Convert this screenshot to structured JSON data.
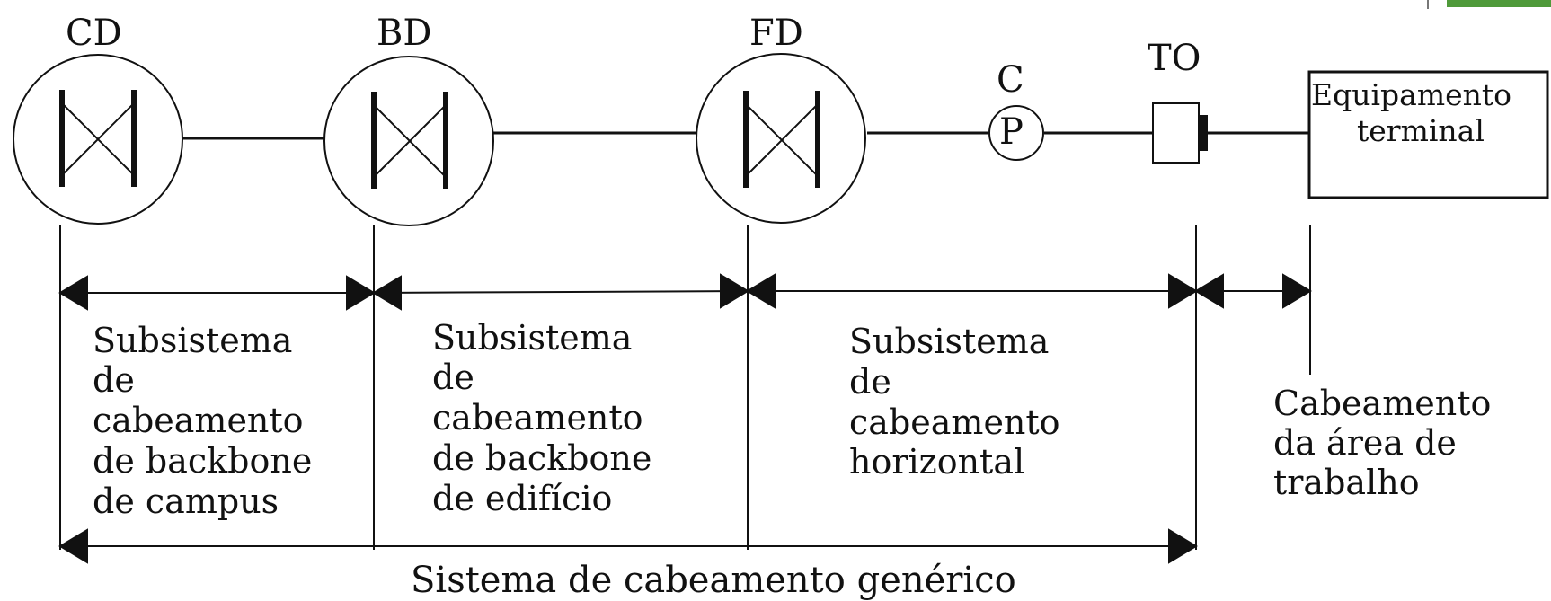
{
  "nodes": {
    "cd": "CD",
    "bd": "BD",
    "fd": "FD",
    "cp_top": "C",
    "cp_bottom": "P",
    "to": "TO",
    "terminal_line1": "Equipamento",
    "terminal_line2": "terminal"
  },
  "subsystems": {
    "campus": [
      "Subsistema",
      "de",
      "cabeamento",
      "de backbone",
      "de campus"
    ],
    "building": [
      "Subsistema",
      "de",
      "cabeamento",
      "de backbone",
      "de edifício"
    ],
    "horizontal": [
      "Subsistema",
      "de",
      "cabeamento",
      "horizontal"
    ],
    "work_area": [
      "Cabeamento",
      "da área de",
      "trabalho"
    ]
  },
  "generic_system": "Sistema de cabeamento genérico"
}
